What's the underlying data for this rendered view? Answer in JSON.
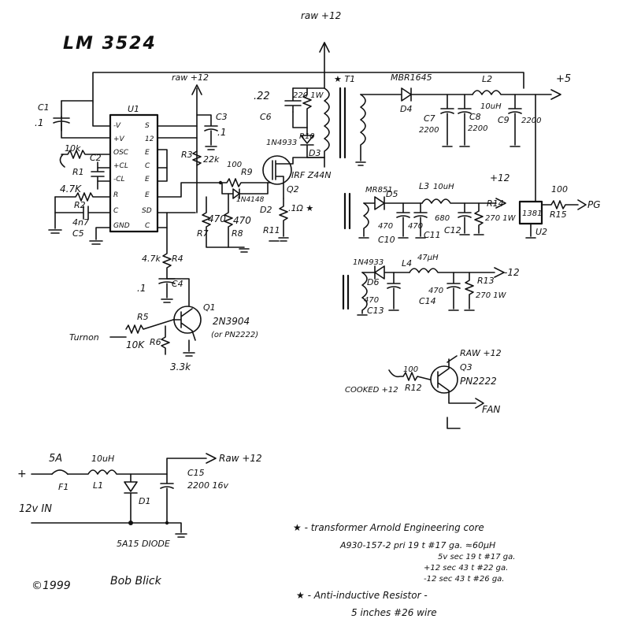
{
  "title": "LM 3524",
  "copyright": "©1999",
  "signature": "Bob Blick",
  "ic_u1": {
    "ref": "U1",
    "pins_left": [
      "-V",
      "+V",
      "OSC",
      "+CL",
      "-CL",
      "R",
      "C",
      "GND"
    ],
    "pins_right": [
      "S",
      "12",
      "E",
      "C",
      "E",
      "E",
      "SD",
      "C"
    ]
  },
  "rails": {
    "raw12_top": "raw +12",
    "raw12_u1": "raw +12",
    "plus5": "+5",
    "plus12": "+12",
    "minus12": "-12",
    "raw12_fan": "RAW +12",
    "cooked12": "COOKED +12",
    "raw12_input": "Raw +12",
    "v12_in": "12v IN",
    "pg": "PG",
    "fan": "FAN",
    "turnon": "Turnon"
  },
  "components": {
    "c1": {
      "ref": "C1",
      "value": ".1"
    },
    "c2": {
      "ref": "C2",
      "value": ""
    },
    "r1": {
      "ref": "R1",
      "value": "10k"
    },
    "r2": {
      "ref": "R2",
      "value": "4.7K"
    },
    "c5": {
      "ref": "C5",
      "value": "4n7"
    },
    "c3": {
      "ref": "C3",
      "value": ".1"
    },
    "r3": {
      "ref": "R3",
      "value": "22k"
    },
    "c6": {
      "ref": "C6",
      "value": ".22"
    },
    "r10": {
      "ref": "R10",
      "value": "220 1W"
    },
    "d3": {
      "ref": "D3",
      "value": "1N4933"
    },
    "r9": {
      "ref": "R9",
      "value": "100"
    },
    "d2": {
      "ref": "D2",
      "value": "1N4148"
    },
    "q2": {
      "ref": "Q2",
      "value": "IRF Z44N"
    },
    "r11": {
      "ref": "R11",
      "value": ".1Ω ★"
    },
    "r7": {
      "ref": "R7",
      "value": "470"
    },
    "r8": {
      "ref": "R8",
      "value": "470"
    },
    "r4": {
      "ref": "R4",
      "value": "4.7k"
    },
    "c4": {
      "ref": "C4",
      "value": ".1"
    },
    "q1": {
      "ref": "Q1",
      "value": "2N3904",
      "alt": "(or PN2222)"
    },
    "r5": {
      "ref": "R5",
      "value": "10K"
    },
    "r6": {
      "ref": "R6",
      "value": "3.3k"
    },
    "t1": {
      "ref": "★ T1"
    },
    "d4": {
      "ref": "D4",
      "value": "MBR1645"
    },
    "l2": {
      "ref": "L2",
      "value": "10uH"
    },
    "c7": {
      "ref": "C7",
      "value": "2200"
    },
    "c8": {
      "ref": "C8",
      "value": "2200"
    },
    "c9": {
      "ref": "C9",
      "value": "2200"
    },
    "d5": {
      "ref": "D5",
      "value": "MR851"
    },
    "l3": {
      "ref": "L3",
      "value": "10uH"
    },
    "c10": {
      "ref": "C10",
      "value": "470"
    },
    "c11": {
      "ref": "C11",
      "value": "470"
    },
    "c12": {
      "ref": "C12",
      "value": "680"
    },
    "r14": {
      "ref": "R14",
      "value": "270 1W"
    },
    "u2": {
      "ref": "U2",
      "value": "1381"
    },
    "r15": {
      "ref": "R15",
      "value": "100"
    },
    "d6": {
      "ref": "D6",
      "value": "1N4933"
    },
    "l4": {
      "ref": "L4",
      "value": "47µH"
    },
    "c13": {
      "ref": "C13",
      "value": "470"
    },
    "c14": {
      "ref": "C14",
      "value": "470"
    },
    "r13": {
      "ref": "R13",
      "value": "270 1W"
    },
    "q3": {
      "ref": "Q3",
      "value": "PN2222"
    },
    "r12": {
      "ref": "R12",
      "value": "100"
    },
    "f1": {
      "ref": "F1",
      "value": "5A"
    },
    "l1": {
      "ref": "L1",
      "value": "10uH"
    },
    "d1": {
      "ref": "D1",
      "value": "5A15 DIODE"
    },
    "c15": {
      "ref": "C15",
      "value": "2200 16v"
    }
  },
  "notes": {
    "n1_line1": "★ - transformer Arnold Engineering core",
    "n1_line2": "A930-157-2   pri 19 t   #17 ga.  ≈60µH",
    "n1_line3": "5v sec 19 t   #17 ga.",
    "n1_line4": "+12 sec 43 t   #22 ga.",
    "n1_line5": "-12 sec 43 t   #26 ga.",
    "n2_line1": "★ - Anti-inductive Resistor -",
    "n2_line2": "5 inches #26 wire"
  }
}
